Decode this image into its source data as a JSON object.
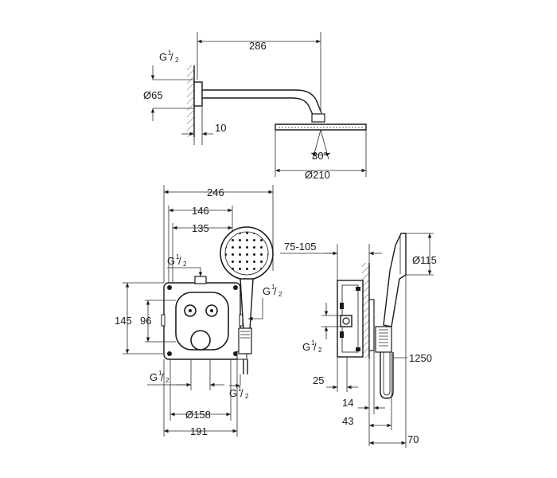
{
  "dimensions": {
    "arm_length": "286",
    "flange_diameter": "Ø65",
    "wall_gap": "10",
    "head_angle": "30°",
    "head_diameter": "Ø210",
    "total_width": "246",
    "handshower_offset": "146",
    "handshower_center": "135",
    "height_outer": "145",
    "height_inner": "96",
    "trim_diameter": "Ø158",
    "plate_width": "191",
    "depth_range": "75-105",
    "handshower_diameter": "Ø115",
    "hose_length": "1250",
    "depth_25": "25",
    "depth_14": "14",
    "depth_43": "43",
    "depth_70": "70"
  },
  "threads": {
    "main": "G",
    "fraction_num": "1",
    "fraction_den": "2"
  }
}
